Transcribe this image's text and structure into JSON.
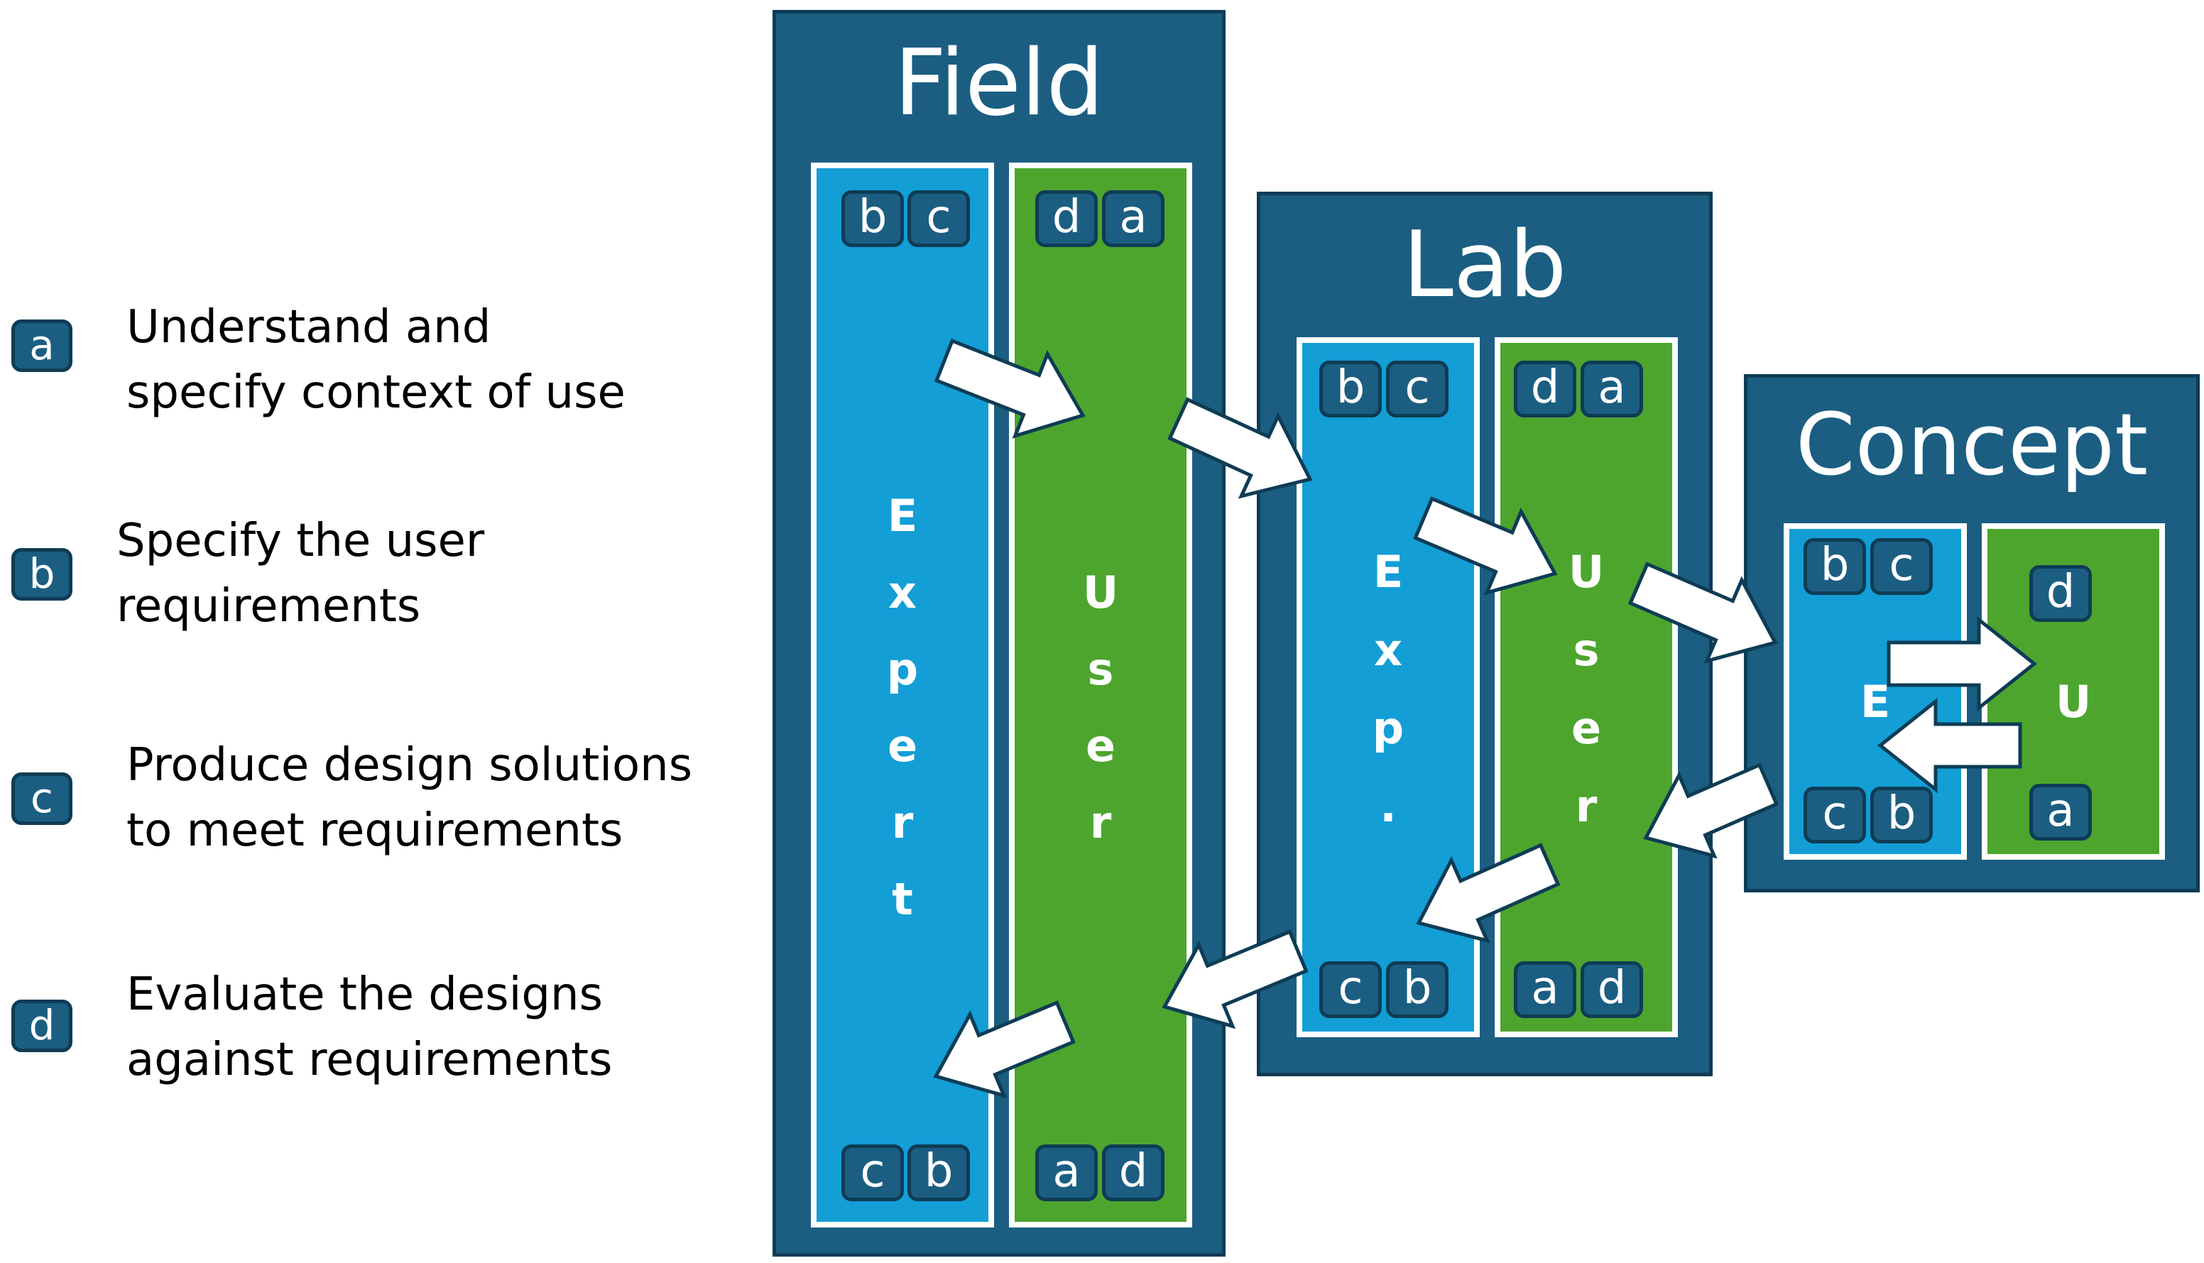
{
  "legend": [
    {
      "letter": "a",
      "lines": [
        "Understand and",
        "specify context of use"
      ]
    },
    {
      "letter": "b",
      "lines": [
        "Specify the user",
        "requirements"
      ]
    },
    {
      "letter": "c",
      "lines": [
        "Produce design solutions",
        "to meet requirements"
      ]
    },
    {
      "letter": "d",
      "lines": [
        "Evaluate the designs",
        "against requirements"
      ]
    }
  ],
  "phases": {
    "field": {
      "title": "Field",
      "expert": {
        "label": "Expert",
        "top_tags": [
          "b",
          "c"
        ],
        "bottom_tags": [
          "c",
          "b"
        ]
      },
      "user": {
        "label": "User",
        "top_tags": [
          "d",
          "a"
        ],
        "bottom_tags": [
          "a",
          "d"
        ]
      }
    },
    "lab": {
      "title": "Lab",
      "expert": {
        "label": "Exp.",
        "top_tags": [
          "b",
          "c"
        ],
        "bottom_tags": [
          "c",
          "b"
        ]
      },
      "user": {
        "label": "User",
        "top_tags": [
          "d",
          "a"
        ],
        "bottom_tags": [
          "a",
          "d"
        ]
      }
    },
    "concept": {
      "title": "Concept",
      "expert": {
        "label": "E",
        "top_tags": [
          "b",
          "c"
        ],
        "bottom_tags": [
          "c",
          "b"
        ]
      },
      "user": {
        "label": "U",
        "top_tags": [
          "d"
        ],
        "bottom_tags": [
          "a"
        ]
      }
    }
  },
  "colors": {
    "phase_bg": "#1b5e82",
    "expert_lane": "#139ed6",
    "user_lane": "#4da52e",
    "arrow_fill": "#ffffff",
    "arrow_stroke": "#0e3c55"
  }
}
